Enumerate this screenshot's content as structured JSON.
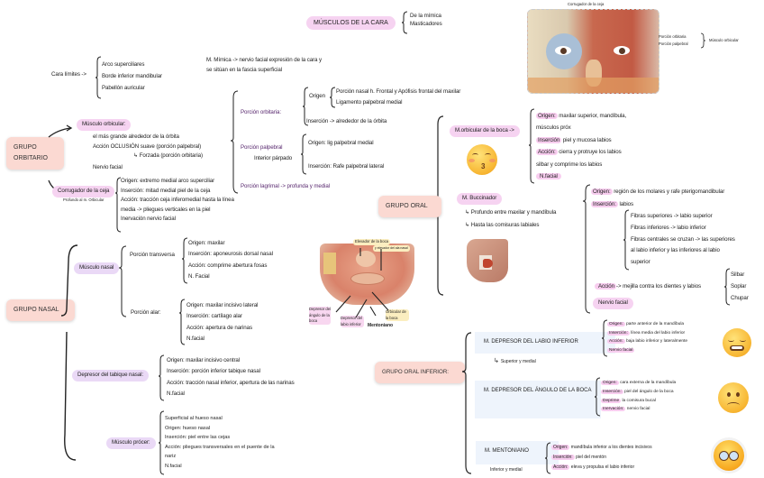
{
  "title": {
    "label": "MÚSCULOS DE LA CARA",
    "items": [
      "De la mímica",
      "Masticadores"
    ]
  },
  "mimica_note": [
    "M. Mímica -> nervio facial expresión de la cara y",
    "se sitúan en la fascia superficial"
  ],
  "cara_limites": {
    "label": "Cara límites ->",
    "items": [
      "Arco superciliares",
      "Borde inferior mandibular",
      "Pabellón auricular"
    ]
  },
  "face_image": {
    "label_top": "Corrugador de la ceja",
    "label_orbital": "Porción orbitaria",
    "label_palpebral": "Porción palpebral",
    "label_muscle": "Músculo orbicular"
  },
  "orbitario": {
    "group": "GRUPO ORBITARIO",
    "orbicular": {
      "label": "Músculo orbicular:",
      "lines": [
        "el más grande alrededor de la órbita",
        "Acción OCLUSIÓN suave (porción palpebral)",
        "Forzada (porción orbitaria)",
        "Nervio facial"
      ],
      "orbitaria": {
        "label": "Porción orbitaria:",
        "origen_label": "Origen",
        "origen_items": [
          "Porción nasal h. Frontal y Apófisis frontal del maxilar",
          "Ligamento palpebral medial"
        ],
        "insercion": "Inserción -> alrededor de la órbita"
      },
      "palpebral": {
        "label": "Porción palpebral",
        "sub": "Interior párpado",
        "origen": "Origen: lig palpebral medial",
        "insercion": "Inserción: Rafe palpebral lateral"
      },
      "lagrimal": "Porción lagrimal -> profunda y medial"
    },
    "corrugador": {
      "label": "Corrugador de la ceja",
      "sub": "Profundo al m. Orbicular",
      "items": [
        "Origen: extremo medial arco superciliar",
        "Inserción: mitad medial piel de la ceja",
        "Acción: tracción ceja inferomedial hasta la línea",
        "media -> pliegues verticales en la piel",
        "Inervación nervio facial"
      ]
    }
  },
  "nasal": {
    "group": "GRUPO NASAL",
    "nasal_muscle": {
      "label": "Músculo nasal",
      "transversa": {
        "label": "Porción transversa",
        "items": [
          "Origen: maxilar",
          "Inserción: aponeurosis dorsal nasal",
          "Acción: comprime abertura fosas",
          "N. Facial"
        ]
      },
      "alar": {
        "label": "Porción alar:",
        "items": [
          "Origen: maxilar incisivo lateral",
          "Inserción: cartílago alar",
          "Acción: apertura de narinas",
          "N.facial"
        ]
      }
    },
    "depresor": {
      "label": "Depresor del tabique nasal:",
      "items": [
        "Origen: maxilar incisivo central",
        "Inserción: porción inferior tabique nasal",
        "Acción: tracción nasal inferior, apertura de las narinas",
        "N.facial"
      ]
    },
    "procer": {
      "label": "Músculo prócer:",
      "items": [
        "Superficial al hueso nasal",
        "Origen: hueso nasal",
        "Inserción: piel entre las cejas",
        "Acción: pliegues transversales en el puente de la",
        "nariz",
        "N.facial"
      ]
    }
  },
  "mouth_image": {
    "label_top": "Elevador de la boca",
    "label_top2": "y elevador del ala nasal",
    "label_depresor_angulo": "Depresor del ángulo de la boca",
    "label_depresor_labio": "Depresor del labio inferior",
    "label_orbicular": "Orbicular de la boca",
    "label_mentoniano": "Mentoniano"
  },
  "oral": {
    "group": "GRUPO ORAL",
    "orbicular_boca": {
      "label": "M.orbicular de la boca ->",
      "items": [
        {
          "hl": "Origen:",
          "text": " maxilar superior, mandíbula,"
        },
        {
          "hl": "",
          "text": "músculos próx"
        },
        {
          "hl": "Inserción",
          "text": " piel y mucosa labios"
        },
        {
          "hl": "Acción:",
          "text": " cierra y protruye los labios"
        },
        {
          "hl": "",
          "text": "silbar y comprime los labios"
        },
        {
          "hl": "N.facial",
          "text": ""
        }
      ]
    },
    "buccinador": {
      "label": "M. Buccinador",
      "notes": [
        "Profundo entre maxilar y mandíbula",
        "Hasta las comisuras labiales"
      ],
      "origen": {
        "hl": "Origen:",
        "text": " región de los molares y rafe pterigomandibular"
      },
      "insercion": {
        "hl": "Inserción:",
        "text": " labios"
      },
      "fibras": [
        "Fibras superiores -> labio superior",
        "Fibras inferiores -> labio inferior",
        "Fibras centrales se cruzan -> las superiores",
        "al labio inferior y las inferiores al labio",
        "superior"
      ],
      "accion": {
        "hl": "Acción",
        "text": "-> mejilla contra los dientes y labios"
      },
      "accion_items": [
        "Silbar",
        "Soplar",
        "Chupar"
      ],
      "nervio": "Nervio facial"
    }
  },
  "oral_inferior": {
    "group": "GRUPO ORAL INFERIOR:",
    "labio": {
      "label": "M. DEPRESOR DEL LABIO INFERIOR",
      "note": "Superior y medial",
      "items": [
        {
          "hl": "Origen:",
          "text": " parte anterior de la mandíbula"
        },
        {
          "hl": "Inserción:",
          "text": " línea media del labio inferior"
        },
        {
          "hl": "Acción:",
          "text": " baja labio inferior y lateralmente"
        },
        {
          "hl": "Nervio facial",
          "text": ""
        }
      ]
    },
    "angulo": {
      "label": "M. DEPRESOR DEL ÁNGULO DE LA BOCA",
      "items": [
        {
          "hl": "Origen:",
          "text": " cara externa de la mandíbula"
        },
        {
          "hl": "Inserción:",
          "text": " piel del ángulo de la boca"
        },
        {
          "hl": "Deprime",
          "text": " la comisura bucal"
        },
        {
          "hl": "Inervación:",
          "text": " nervio facial"
        }
      ]
    },
    "mentoniano": {
      "label": "M. MENTONIANO",
      "note": "Inferior y medial",
      "items": [
        {
          "hl": "Origen:",
          "text": " mandíbula inferior a los dientes incisivos"
        },
        {
          "hl": "Inserción:",
          "text": " piel del mentón"
        },
        {
          "hl": "Acción:",
          "text": " eleva y propulsa el labio inferior"
        }
      ]
    }
  },
  "colors": {
    "pink_pill": "#f6d3f1",
    "purple_pill": "#ead9f6",
    "group_box": "#fbd9d2",
    "blue_box": "#eef4fc"
  }
}
